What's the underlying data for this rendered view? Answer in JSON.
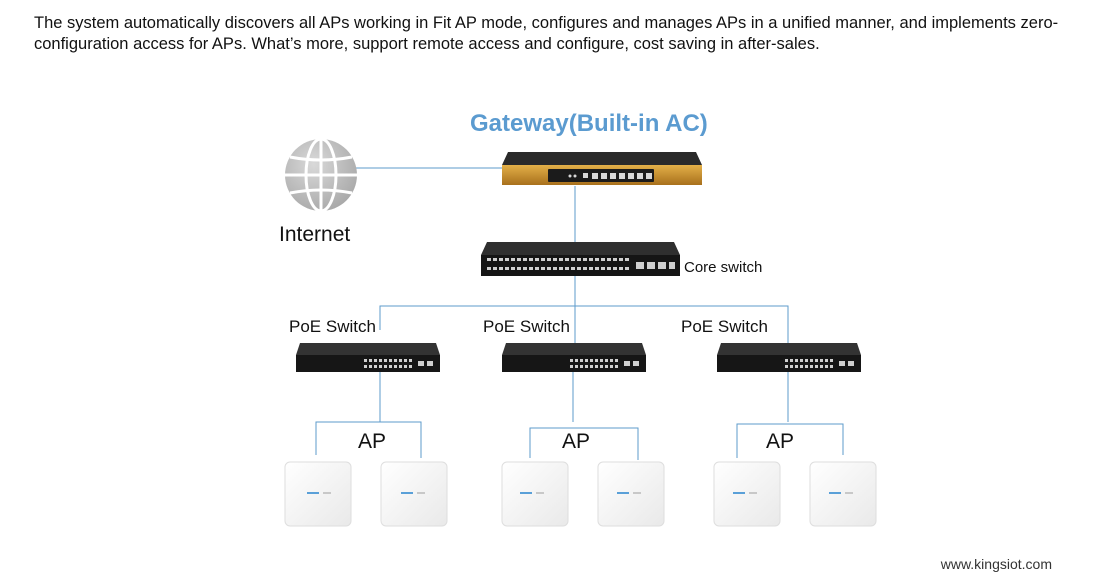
{
  "intro_text": "The system automatically discovers all APs working in Fit AP mode, configures and manages APs in a unified manner, and implements zero-configuration access for APs. What’s more, support remote access and configure, cost saving in after-sales.",
  "gateway": {
    "title": "Gateway(Built-in AC)"
  },
  "internet": {
    "label": "Internet",
    "icon": "globe-icon"
  },
  "core_switch": {
    "label": "Core switch"
  },
  "poe_switches": [
    {
      "label": "PoE Switch"
    },
    {
      "label": "PoE Switch"
    },
    {
      "label": "PoE Switch"
    }
  ],
  "ap_groups": [
    {
      "label": "AP",
      "count": 2
    },
    {
      "label": "AP",
      "count": 2
    },
    {
      "label": "AP",
      "count": 2
    }
  ],
  "footer": {
    "site": "www.kingsiot.com"
  },
  "colors": {
    "link_line": "#5e9bcb",
    "title_blue": "#5b9bd0",
    "gateway_gold": "#c8922b",
    "device_dark": "#1e1e1e",
    "ap_body": "#f6f6f6",
    "ap_led": "#5aa0d8"
  }
}
